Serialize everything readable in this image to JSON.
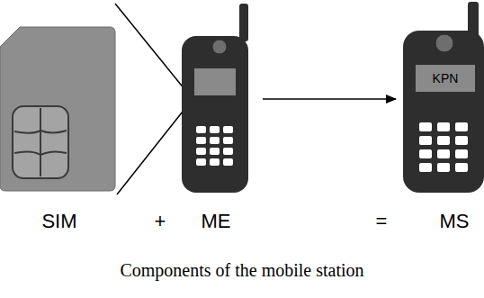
{
  "diagram": {
    "caption": "Components of the mobile station",
    "labels": [
      "SIM",
      "+",
      "ME",
      "=",
      "MS",
      "KPN"
    ]
  }
}
